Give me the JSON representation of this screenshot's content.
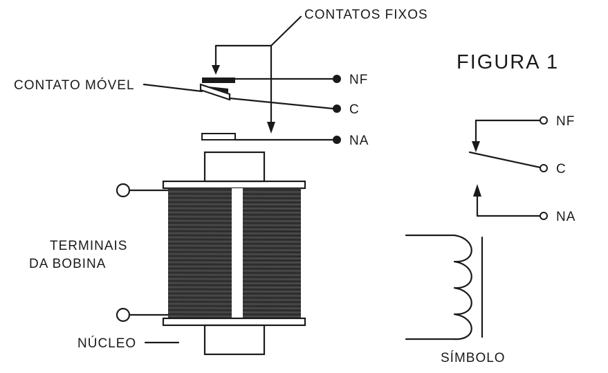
{
  "figure_title": "FIGURA 1",
  "labels": {
    "fixed_contacts": "CONTATOS FIXOS",
    "moving_contact": "CONTATO MÓVEL",
    "coil_terminals_line1": "TERMINAIS",
    "coil_terminals_line2": "DA BOBINA",
    "core": "NÚCLEO",
    "symbol": "SÍMBOLO"
  },
  "terminals": {
    "nf": "NF",
    "c": "C",
    "na": "NA"
  },
  "symbol_terminals": {
    "nf": "NF",
    "c": "C",
    "na": "NA"
  }
}
